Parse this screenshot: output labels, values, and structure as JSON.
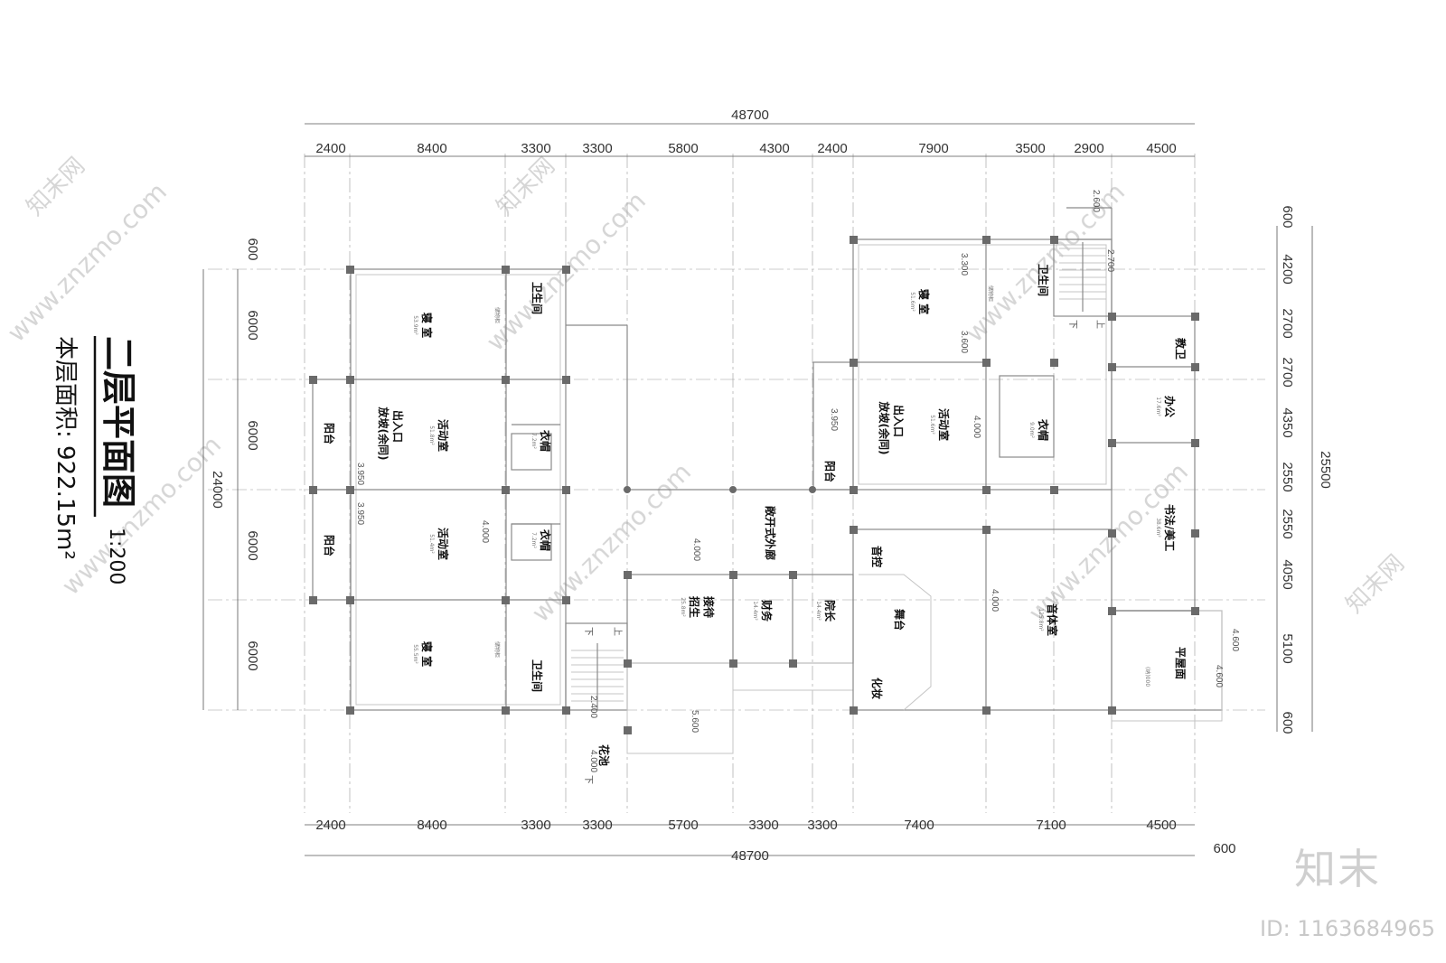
{
  "title": "二层平面图",
  "scale": "1:200",
  "area_label": "本层面积: 922.15m²",
  "dims_top": [
    "2400",
    "8400",
    "3300",
    "3300",
    "5800",
    "4300",
    "2400",
    "7900",
    "3500",
    "2900",
    "4500"
  ],
  "dims_bottom": [
    "2400",
    "8400",
    "3300",
    "3300",
    "5700",
    "3300",
    "3300",
    "7400",
    "7100",
    "4500"
  ],
  "total_width": "48700",
  "dims_left": [
    "600",
    "6000",
    "6000",
    "6000",
    "6000"
  ],
  "total_left": "24000",
  "dims_right": [
    "600",
    "4200",
    "2700",
    "2700",
    "4350",
    "2550",
    "2550",
    "4050",
    "5100",
    "600"
  ],
  "total_right": "25500",
  "bottom_right_extra": "600",
  "rooms": {
    "bedroom": "寝 室",
    "activity": "活动室",
    "toilet": "卫生间",
    "cloak": "衣帽",
    "balcony": "阳台",
    "corridor": "敞开式外廊",
    "reception_a": "接待",
    "reception_b": "招生",
    "finance": "财务",
    "dean": "院长",
    "stage": "舞台",
    "sound": "音控",
    "makeup": "化妆",
    "gym": "音体室",
    "office": "办公",
    "staff_wc": "教卫",
    "calligraphy": "书法/美工",
    "roof": "平屋面",
    "exit": "出入口",
    "ramp": "放坡(余同)"
  },
  "areas": [
    "53.9m²",
    "51.8m²",
    "51.4m²",
    "55.5m²",
    "51.6m²",
    "51.6m²",
    "7.2m²",
    "7.2m²",
    "9.0m²",
    "25.8m²",
    "14.4m²",
    "14.4m²",
    "125.8m²",
    "17.6m²",
    "38.6m²"
  ],
  "levels": [
    "3.950",
    "3.950",
    "3.950",
    "4.000",
    "4.000",
    "4.000",
    "4.000",
    "4.000",
    "4.600",
    "4.600",
    "5.600",
    "2.400",
    "2.600",
    "2.700",
    "3.300",
    "3.600"
  ],
  "misc_labels": [
    "储物柜",
    "上",
    "下",
    "花池",
    "(纳)000"
  ],
  "watermark": "www.znzmo.com",
  "watermark_cn": "知末网",
  "logo": "知末",
  "id_label": "ID: 1163684965"
}
